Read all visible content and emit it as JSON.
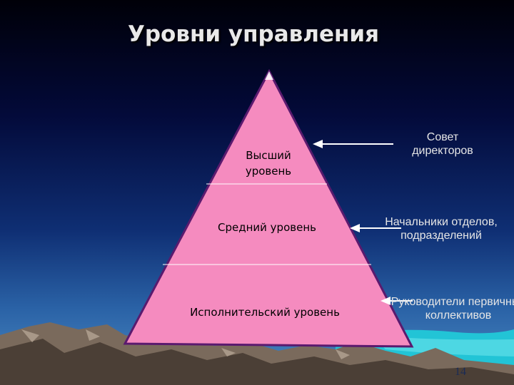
{
  "title": "Уровни управления",
  "pyramid": {
    "levels": [
      {
        "label": "Высший уровень"
      },
      {
        "label": "Средний уровень"
      },
      {
        "label": "Исполнительский уровень"
      }
    ]
  },
  "annotations": [
    {
      "text": "Совет директоров"
    },
    {
      "text": "Начальники отделов, подразделений"
    },
    {
      "text": "Руководители первичных коллективов"
    }
  ],
  "page_number": "14",
  "colors": {
    "pyramid_fill": "#f58bbf",
    "pyramid_outline": "#5a1a6e",
    "title_text": "#e9e9e9",
    "note_text": "#e6e6e6",
    "sea": "#22c4d6",
    "mountains": "#7a6a5c"
  }
}
